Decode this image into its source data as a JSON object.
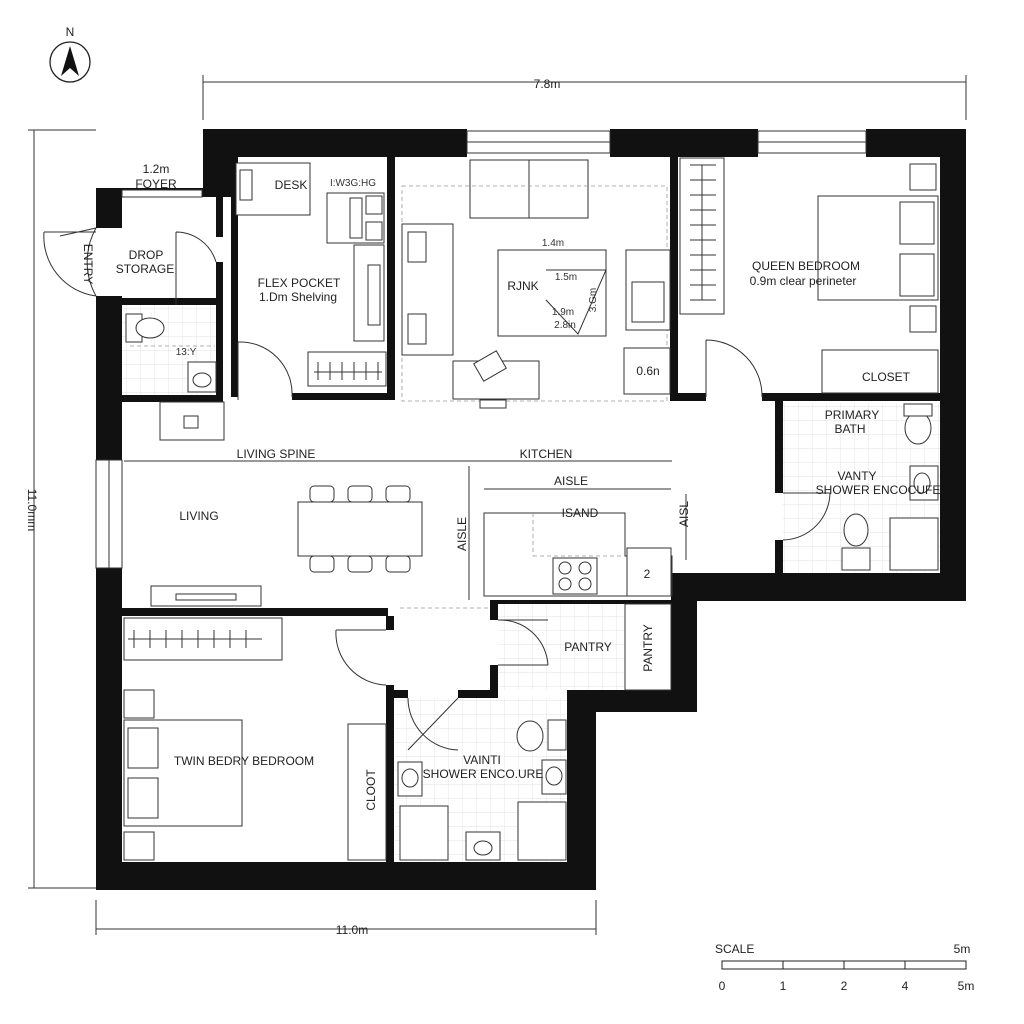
{
  "compass": {
    "north": "N"
  },
  "dimensions": {
    "top": "7.8m",
    "left": "11.0mm",
    "bottom": "11.0m",
    "foyer_width": "1.2m"
  },
  "rooms": {
    "foyer": "FOYER",
    "entry": "ENTRY",
    "drop_storage_1": "DROP",
    "drop_storage_2": "STORAGE",
    "desk": "DESK",
    "desk_note": "I:W3G:HG",
    "flex_pocket": "FLEX POCKET",
    "flex_shelving": "1.Dm Shelving",
    "wc_note": "13:Y",
    "rink": "RJNK",
    "rink_w": "1.4m",
    "rink_a": "1.5m",
    "rink_b": "1.9m",
    "rink_c": "2.8in",
    "rink_d": "3.Gm",
    "kitchen_side": "0.6n",
    "queen_bedroom": "QUEEN BEDROOM",
    "queen_note": "0.9m clear perineter",
    "closet": "CLOSET",
    "primary_bath_1": "PRIMARY",
    "primary_bath_2": "BATH",
    "vanity": "VANTY",
    "shower_primary": "SHOWER ENCOCUFE",
    "living_spine": "LIVING SPINE",
    "kitchen": "KITCHEN",
    "aisle_top": "AISLE",
    "aisle_left": "AISLE",
    "aisle_right": "AISL",
    "island": "ISAND",
    "living": "LIVING",
    "range_mark": "2",
    "pantry": "PANTRY",
    "pantry_side": "PANTRY",
    "twin_bedroom": "TWIN BEDRY BEDROOM",
    "cloot": "CLOOT",
    "vanity_2": "VAINTI",
    "shower_2": "SHOWER ENCO.URE"
  },
  "scale": {
    "title": "SCALE",
    "end": "5m",
    "ticks": [
      "0",
      "1",
      "2",
      "4",
      "5m"
    ]
  }
}
